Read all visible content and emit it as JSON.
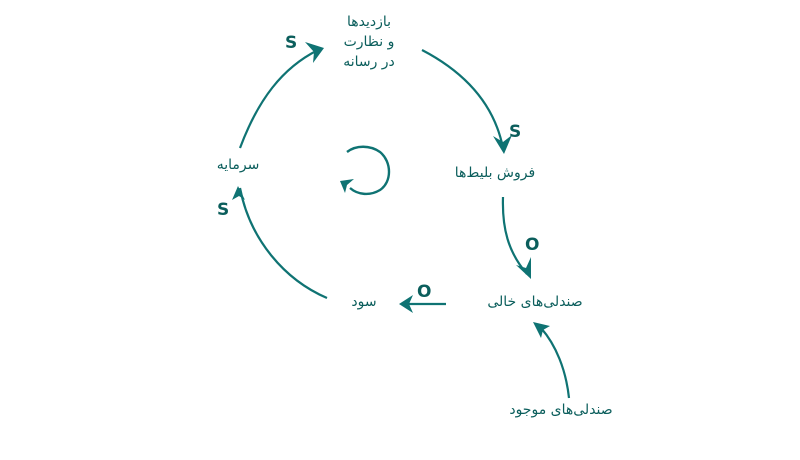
{
  "colors": {
    "stroke": "#0f7373",
    "text": "#0b5e5c",
    "background": "#ffffff"
  },
  "nodes": {
    "media": {
      "line1": "بازدیدها",
      "line2": "و نظارت",
      "line3": "در رسانه"
    },
    "ticket_sales": "فروش بلیط‌ها",
    "empty_seats": "صندلی‌های خالی",
    "available_seats": "صندلی‌های موجود",
    "profit": "سود",
    "capital": "سرمایه"
  },
  "links": [
    {
      "from": "capital",
      "to": "media",
      "polarity": "S"
    },
    {
      "from": "media",
      "to": "ticket_sales",
      "polarity": "S"
    },
    {
      "from": "ticket_sales",
      "to": "empty_seats",
      "polarity": "O"
    },
    {
      "from": "empty_seats",
      "to": "profit",
      "polarity": "O"
    },
    {
      "from": "profit",
      "to": "capital",
      "polarity": "S"
    },
    {
      "from": "available_seats",
      "to": "empty_seats",
      "polarity": ""
    }
  ],
  "loop": {
    "icon": "loop-arrow-icon",
    "direction": "clockwise"
  }
}
